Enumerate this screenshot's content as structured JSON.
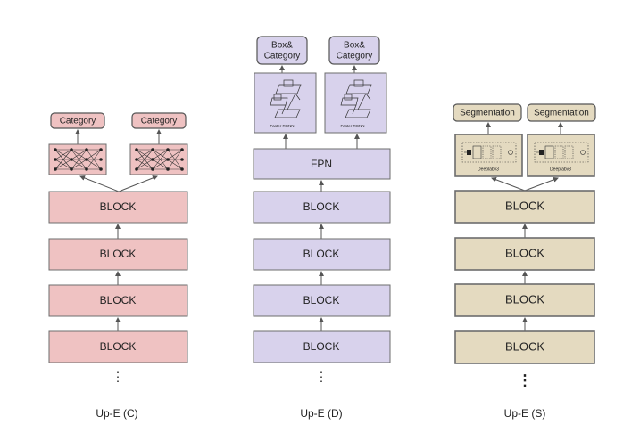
{
  "columns": [
    {
      "id": "c",
      "caption": "Up-E (C)",
      "head_label": "Category",
      "blocks": [
        "BLOCK",
        "BLOCK",
        "BLOCK",
        "BLOCK"
      ],
      "ellipsis": "⋮",
      "color": "#efc2c2"
    },
    {
      "id": "d",
      "caption": "Up-E (D)",
      "head_label_line1": "Box&",
      "head_label_line2": "Category",
      "head_module_label": "Faster RCNN",
      "neck_label": "FPN",
      "blocks": [
        "BLOCK",
        "BLOCK",
        "BLOCK",
        "BLOCK"
      ],
      "ellipsis": "⋮",
      "color": "#d8d2ec"
    },
    {
      "id": "s",
      "caption": "Up-E (S)",
      "head_label": "Segmentation",
      "head_module_label": "Deeplabv3",
      "blocks": [
        "BLOCK",
        "BLOCK",
        "BLOCK",
        "BLOCK"
      ],
      "ellipsis": "⋮",
      "color": "#e4dac0"
    }
  ]
}
